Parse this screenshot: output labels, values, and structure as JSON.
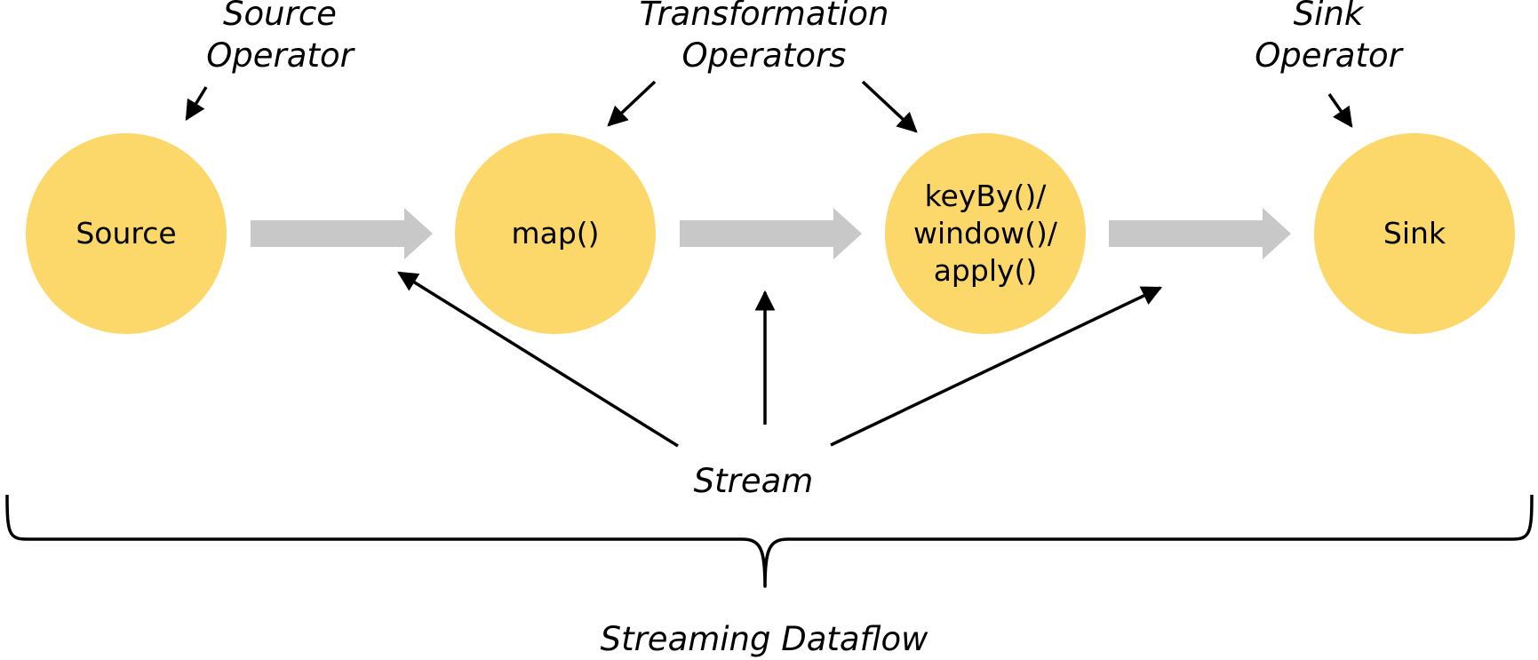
{
  "colors": {
    "node_fill": "#fcd86a",
    "flow_arrow": "#c8c8c8",
    "pointer_arrow": "#000000",
    "text": "#000000",
    "background": "#ffffff"
  },
  "annotations": {
    "source_operator": [
      "Source",
      "Operator"
    ],
    "transformation_operators": [
      "Transformation",
      "Operators"
    ],
    "sink_operator": [
      "Sink",
      "Operator"
    ],
    "stream": "Stream",
    "streaming_dataflow": "Streaming Dataflow"
  },
  "nodes": [
    {
      "id": "source",
      "lines": [
        "Source"
      ]
    },
    {
      "id": "map",
      "lines": [
        "map()"
      ]
    },
    {
      "id": "keyby",
      "lines": [
        "keyBy()/",
        "window()/",
        "apply()"
      ]
    },
    {
      "id": "sink",
      "lines": [
        "Sink"
      ]
    }
  ]
}
